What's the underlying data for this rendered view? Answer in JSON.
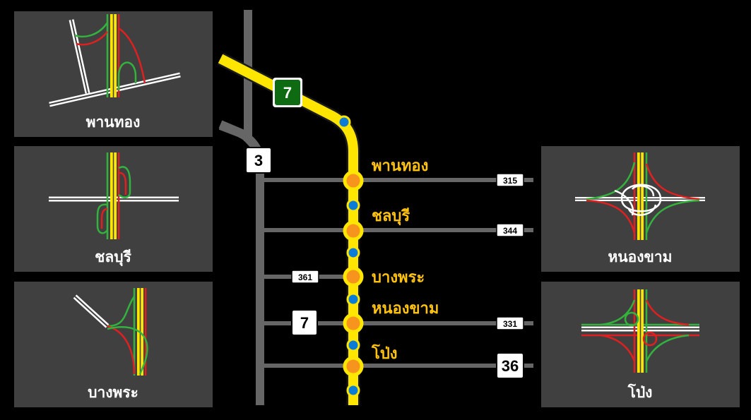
{
  "colors": {
    "background": "#000000",
    "panel": "#404040",
    "road_gray": "#666666",
    "motorway": "#ffe600",
    "motorway_edge": "#1a1a1a",
    "interchange_node": "#f7941d",
    "interchange_ring": "#ffe600",
    "minor_node": "#0a7bd6",
    "station_label": "#ffc20e",
    "route7_shield": "#0e6b12",
    "ramp_green": "#33b33d",
    "ramp_red": "#e02020",
    "white": "#ffffff"
  },
  "panels": {
    "left": [
      {
        "label": "พานทอง"
      },
      {
        "label": "ชลบุรี"
      },
      {
        "label": "บางพระ"
      }
    ],
    "right": [
      {
        "label": "หนองขาม"
      },
      {
        "label": "โป่ง"
      }
    ]
  },
  "stations": [
    {
      "label": "พานทอง"
    },
    {
      "label": "ชลบุรี"
    },
    {
      "label": "บางพระ"
    },
    {
      "label": "หนองขาม"
    },
    {
      "label": "โป่ง"
    }
  ],
  "shields": {
    "motorway_7_top": "7",
    "route_3": "3",
    "route_315": "315",
    "route_344": "344",
    "route_361": "361",
    "route_7_side": "7",
    "route_331": "331",
    "route_36": "36"
  }
}
